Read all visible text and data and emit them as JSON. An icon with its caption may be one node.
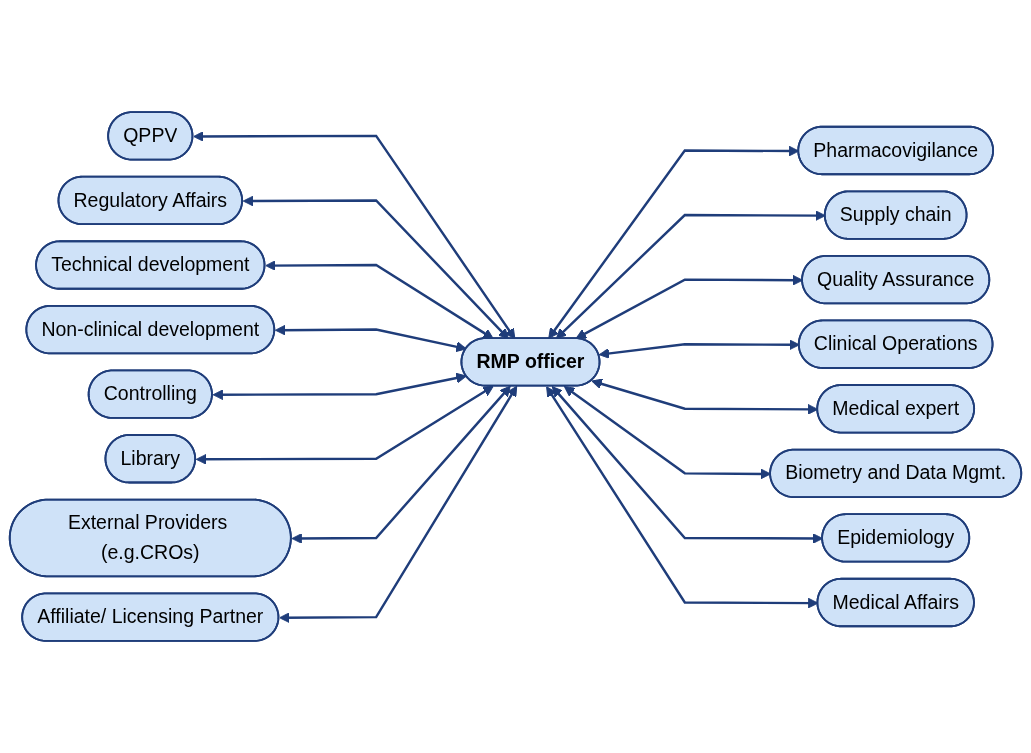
{
  "diagram": {
    "nodes": [
      {
        "text": [
          "QPPV"
        ]
      },
      {
        "text": [
          "Regulatory Affairs"
        ]
      },
      {
        "text": [
          "Pharmacovigilance"
        ]
      },
      {
        "text": [
          "Technical development"
        ]
      },
      {
        "text": [
          "Supply chain"
        ]
      },
      {
        "text": [
          "Non-clinical development"
        ]
      },
      {
        "text": [
          "Quality Assurance"
        ]
      },
      {
        "text": [
          "Controlling"
        ]
      },
      {
        "text": [
          "RMP officer"
        ]
      },
      {
        "text": [
          "Clinical Operations"
        ]
      },
      {
        "text": [
          "Library"
        ]
      },
      {
        "text": [
          "Medical expert"
        ]
      },
      {
        "text": [
          "External Providers (e.g.CROs)"
        ]
      },
      {
        "text": [
          "Biometry and Data Mgmt."
        ]
      },
      {
        "text": [
          "Affiliate/ Licensing Partner"
        ]
      },
      {
        "text": [
          "Epidemiology"
        ]
      },
      {
        "text": [
          "Medical Affairs"
        ]
      }
    ],
    "edges": [
      {
        "from": 0,
        "to": 8,
        "arrow": "both"
      },
      {
        "from": 1,
        "to": 8,
        "arrow": "both"
      },
      {
        "from": 3,
        "to": 8,
        "arrow": "both"
      },
      {
        "from": 5,
        "to": 8,
        "arrow": "both"
      },
      {
        "from": 7,
        "to": 8,
        "arrow": "both"
      },
      {
        "from": 10,
        "to": 8,
        "arrow": "both"
      },
      {
        "from": 12,
        "to": 8,
        "arrow": "both"
      },
      {
        "from": 14,
        "to": 8,
        "arrow": "both"
      },
      {
        "from": 8,
        "to": 2,
        "arrow": "both"
      },
      {
        "from": 8,
        "to": 4,
        "arrow": "both"
      },
      {
        "from": 8,
        "to": 6,
        "arrow": "both"
      },
      {
        "from": 8,
        "to": 9,
        "arrow": "both"
      },
      {
        "from": 8,
        "to": 11,
        "arrow": "both"
      },
      {
        "from": 8,
        "to": 13,
        "arrow": "both"
      },
      {
        "from": 8,
        "to": 15,
        "arrow": "both"
      },
      {
        "from": 8,
        "to": 16,
        "arrow": "both"
      }
    ]
  }
}
